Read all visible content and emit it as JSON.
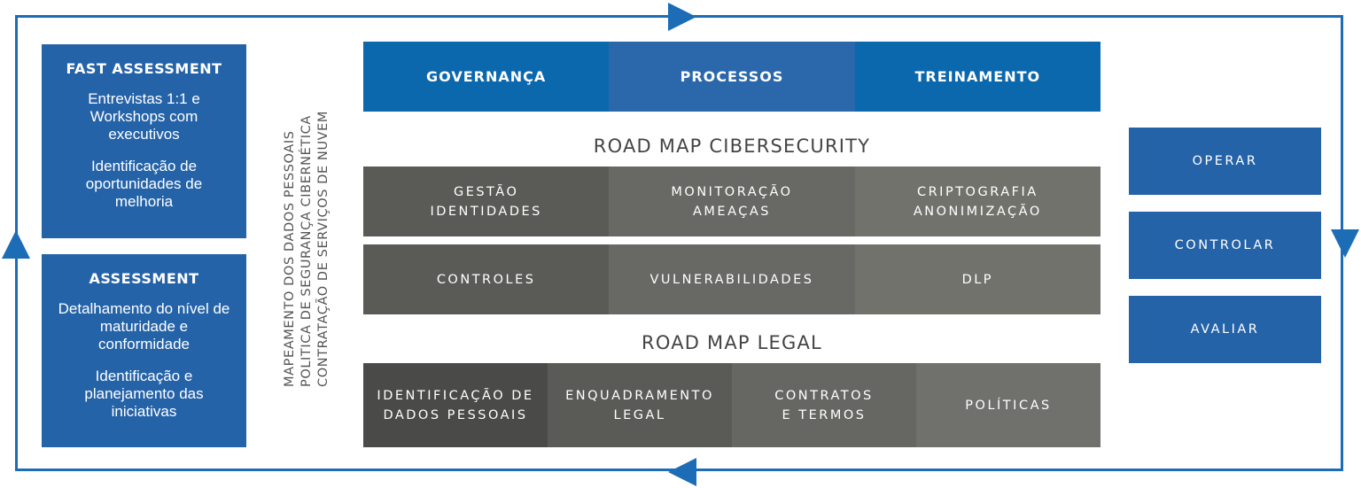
{
  "left": {
    "fast": {
      "title": "FAST ASSESSMENT",
      "p1": "Entrevistas 1:1 e Workshops com executivos",
      "p2": "Identificação de oportunidades de melhoria"
    },
    "assessment": {
      "title": "ASSESSMENT",
      "p1": "Detalhamento do nível de maturidade e conformidade",
      "p2": "Identificação e planejamento das iniciativas"
    }
  },
  "vertical": [
    "MAPEAMENTO  DOS DADOS PESSOAIS",
    "POLITICA DE SEGURANÇA CIBERNÉTICA",
    "CONTRATAÇÃO DE SERVIÇOS DE NUVEM"
  ],
  "header": [
    "GOVERNANÇA",
    "PROCESSOS",
    "TREINAMENTO"
  ],
  "cyber": {
    "title": "ROAD MAP CIBERSECURITY",
    "row1": [
      "GESTÃO\nIDENTIDADES",
      "MONITORAÇÃO\nAMEAÇAS",
      "CRIPTOGRAFIA\nANONIMIZAÇÃO"
    ],
    "row2": [
      "CONTROLES",
      "VULNERABILIDADES",
      "DLP"
    ]
  },
  "legal": {
    "title": "ROAD MAP LEGAL",
    "row": [
      "IDENTIFICAÇÃO DE\nDADOS PESSOAIS",
      "ENQUADRAMENTO\nLEGAL",
      "CONTRATOS\nE TERMOS",
      "POLÍTICAS"
    ]
  },
  "right": [
    "OPERAR",
    "CONTROLAR",
    "AVALIAR"
  ],
  "colors": {
    "blue": "#2563a8",
    "frame": "#1c6db5",
    "gray": "#5a5a56"
  }
}
